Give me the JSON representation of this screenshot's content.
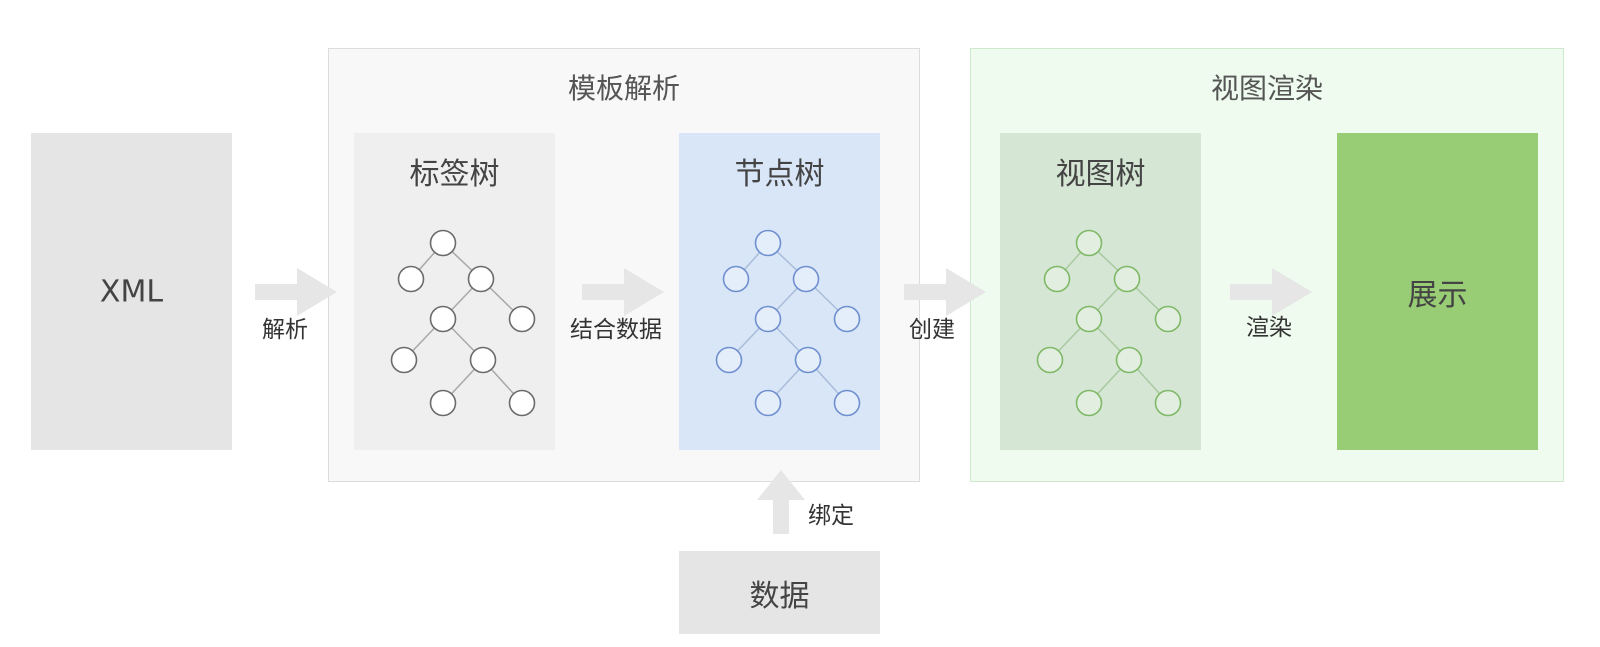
{
  "groups": {
    "parse_title": "模板解析",
    "render_title": "视图渲染"
  },
  "boxes": {
    "xml": "XML",
    "tag_tree": "标签树",
    "node_tree": "节点树",
    "view_tree": "视图树",
    "display": "展示",
    "data": "数据"
  },
  "arrows": {
    "parse": "解析",
    "combine_data": "结合数据",
    "create": "创建",
    "render": "渲染",
    "bind": "绑定"
  },
  "colors": {
    "tag_tree_stroke": "#6b6b6b",
    "node_tree_stroke": "#6f8fcf",
    "view_tree_stroke": "#7fb866",
    "arrow_fill": "#e6e6e6"
  }
}
